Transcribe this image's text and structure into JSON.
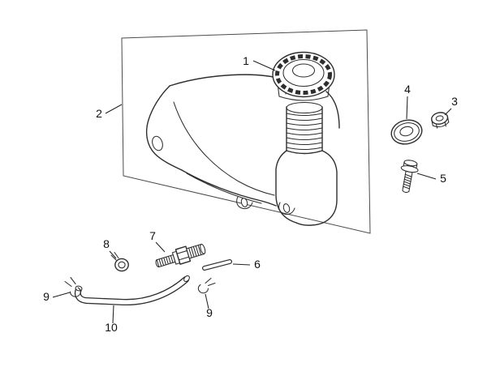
{
  "colors": {
    "background": "#ffffff",
    "line": "#2e2e2e",
    "label": "#111111"
  },
  "diagram": {
    "type": "exploded-parts-diagram",
    "callouts": [
      {
        "number": "1"
      },
      {
        "number": "2"
      },
      {
        "number": "3"
      },
      {
        "number": "4"
      },
      {
        "number": "5"
      },
      {
        "number": "6"
      },
      {
        "number": "7"
      },
      {
        "number": "8"
      },
      {
        "number": "9"
      },
      {
        "number": "9"
      },
      {
        "number": "10"
      }
    ]
  }
}
